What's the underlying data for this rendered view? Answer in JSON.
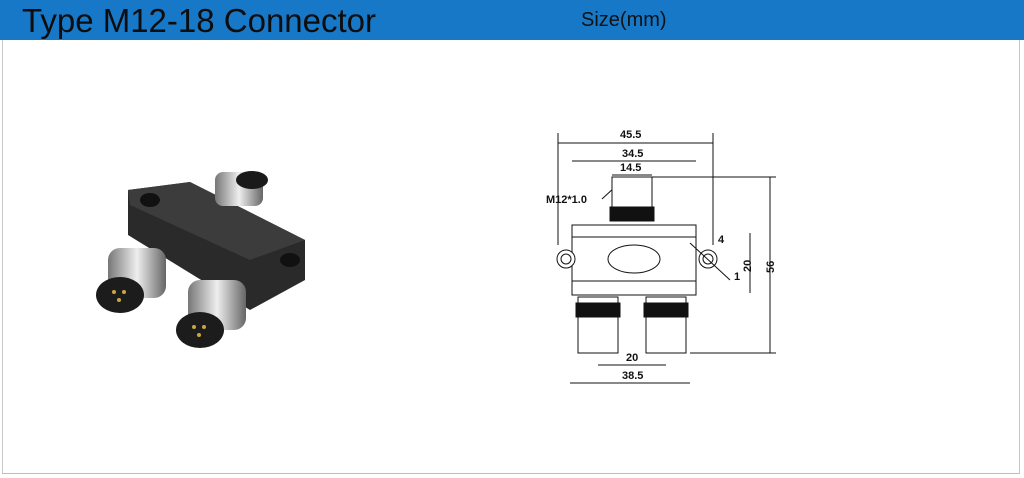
{
  "header": {
    "title": "Type M12-18 Connector",
    "unit_label": "Size(mm)",
    "bar_color": "#1878c8"
  },
  "photo": {
    "subject": "connector-photo"
  },
  "drawing": {
    "dims": {
      "overall_width": "45.5",
      "inner_width": "34.5",
      "thread_width": "14.5",
      "thread_spec": "M12*1.0",
      "side_small": "4",
      "side_small2": "1",
      "body_height": "20",
      "overall_height": "56",
      "port_spacing": "20",
      "bottom_width": "38.5"
    }
  }
}
